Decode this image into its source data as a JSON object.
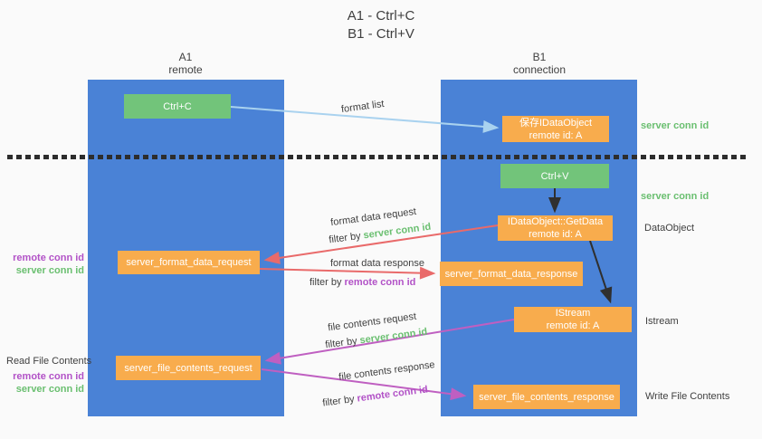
{
  "title": {
    "line1": "A1 - Ctrl+C",
    "line2": "B1 - Ctrl+V"
  },
  "lanes": {
    "left": {
      "title": "A1",
      "subtitle": "remote"
    },
    "right": {
      "title": "B1",
      "subtitle": "connection"
    }
  },
  "nodes": {
    "ctrl_c": {
      "label": "Ctrl+C"
    },
    "ctrl_v": {
      "label": "Ctrl+V"
    },
    "save_dataobject": {
      "line1": "保存IDataObject",
      "line2": "remote id: A"
    },
    "getdata": {
      "line1": "IDataObject::GetData",
      "line2": "remote id: A"
    },
    "istream": {
      "line1": "IStream",
      "line2": "remote id: A"
    },
    "server_format_data_request": {
      "label": "server_format_data_request"
    },
    "server_format_data_response": {
      "label": "server_format_data_response"
    },
    "server_file_contents_request": {
      "label": "server_file_contents_request"
    },
    "server_file_contents_response": {
      "label": "server_file_contents_response"
    }
  },
  "arrow_labels": {
    "format_list": "format list",
    "format_data_request": "format data request",
    "format_data_response": "format data response",
    "file_contents_request": "file contents request",
    "file_contents_response": "file contents response",
    "filter_by": "filter by "
  },
  "side_labels": {
    "server_conn_id": "server conn id",
    "remote_conn_id": "remote conn id",
    "dataobject": "DataObject",
    "istream": "Istream",
    "read_file_contents": "Read File Contents",
    "write_file_contents": "Write File Contents"
  },
  "colors": {
    "lane_blue": "#4a82d6",
    "node_orange": "#f8ac4d",
    "node_green": "#72c47a",
    "green_text": "#6abf70",
    "purple_text": "#b252c7",
    "red_arrow": "#e96a6a",
    "magenta_arrow": "#bf5fc1",
    "light_blue_arrow": "#a9d2ef",
    "black_arrow": "#2f2f2f",
    "dark_text": "#3a3a3a",
    "background": "#fafafa"
  }
}
